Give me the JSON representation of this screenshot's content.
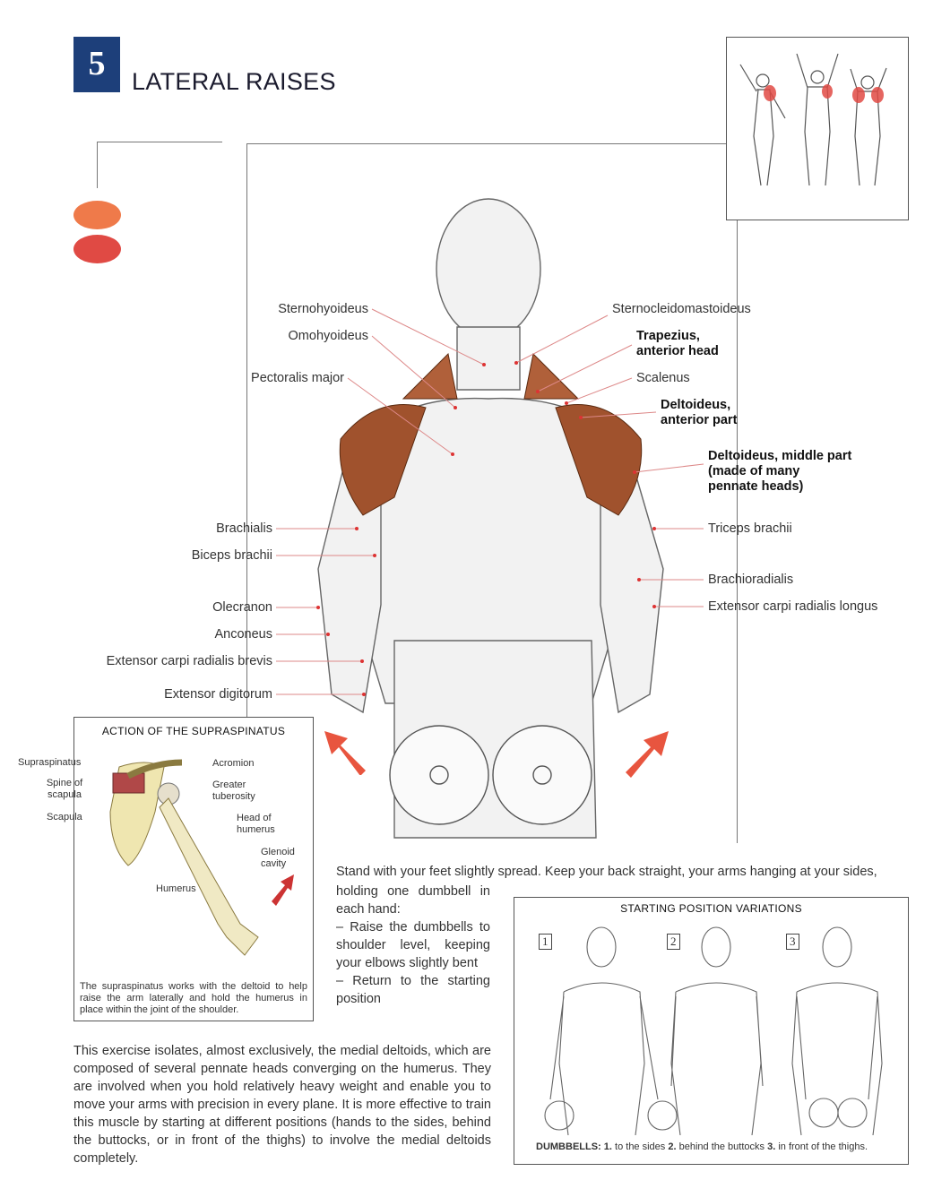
{
  "header": {
    "number": "5",
    "title": "LATERAL RAISES"
  },
  "colors": {
    "number_bg": "#1d3f7a",
    "legend_primary": "#ef7a4a",
    "legend_secondary": "#e04a44",
    "muscle": "#a0522d",
    "arrow": "#e8553f"
  },
  "main_figure": {
    "labels_left": [
      "Sternohyoideus",
      "Omohyoideus",
      "Pectoralis major",
      "Brachialis",
      "Biceps brachii",
      "Olecranon",
      "Anconeus",
      "Extensor carpi radialis brevis",
      "Extensor digitorum"
    ],
    "labels_right": [
      "Sternocleidomastoideus",
      "Trapezius,\nanterior head",
      "Scalenus",
      "Deltoideus,\nanterior part",
      "Deltoideus, middle part\n(made of many\npennate heads)",
      "Triceps brachii",
      "Brachioradialis",
      "Extensor carpi radialis longus"
    ]
  },
  "supraspinatus_box": {
    "title": "ACTION OF THE SUPRASPINATUS",
    "labels": [
      "Supraspinatus",
      "Spine of scapula",
      "Scapula",
      "Acromion",
      "Greater tuberosity",
      "Head of humerus",
      "Glenoid cavity",
      "Humerus"
    ],
    "caption": "The supraspinatus works with the deltoid to help raise the arm laterally and hold the humerus in place within the joint of the shoulder."
  },
  "instructions": {
    "line1": "Stand with your feet slightly spread. Keep your back straight, your arms hanging at your sides,",
    "rest": "holding one dumbbell in each hand:",
    "steps": [
      "– Raise the dumbbells to shoulder level, keeping your elbows slightly bent",
      "– Return to the starting position"
    ]
  },
  "description": "This exercise isolates, almost exclusively, the medial deltoids, which are composed of several pennate heads converging on the humerus. They are involved when you hold relatively heavy weight and enable you to move your arms with precision in every plane. It is more effective to train this muscle by starting at different positions (hands to the sides, behind the buttocks, or in front of the thighs) to involve the medial deltoids completely.",
  "variations": {
    "title": "STARTING POSITION VARIATIONS",
    "markers": [
      "1",
      "2",
      "3"
    ],
    "caption_label": "DUMBBELLS:",
    "caption_items": [
      {
        "n": "1.",
        "t": "to the sides"
      },
      {
        "n": "2.",
        "t": "behind the buttocks"
      },
      {
        "n": "3.",
        "t": "in front of the thighs."
      }
    ]
  }
}
